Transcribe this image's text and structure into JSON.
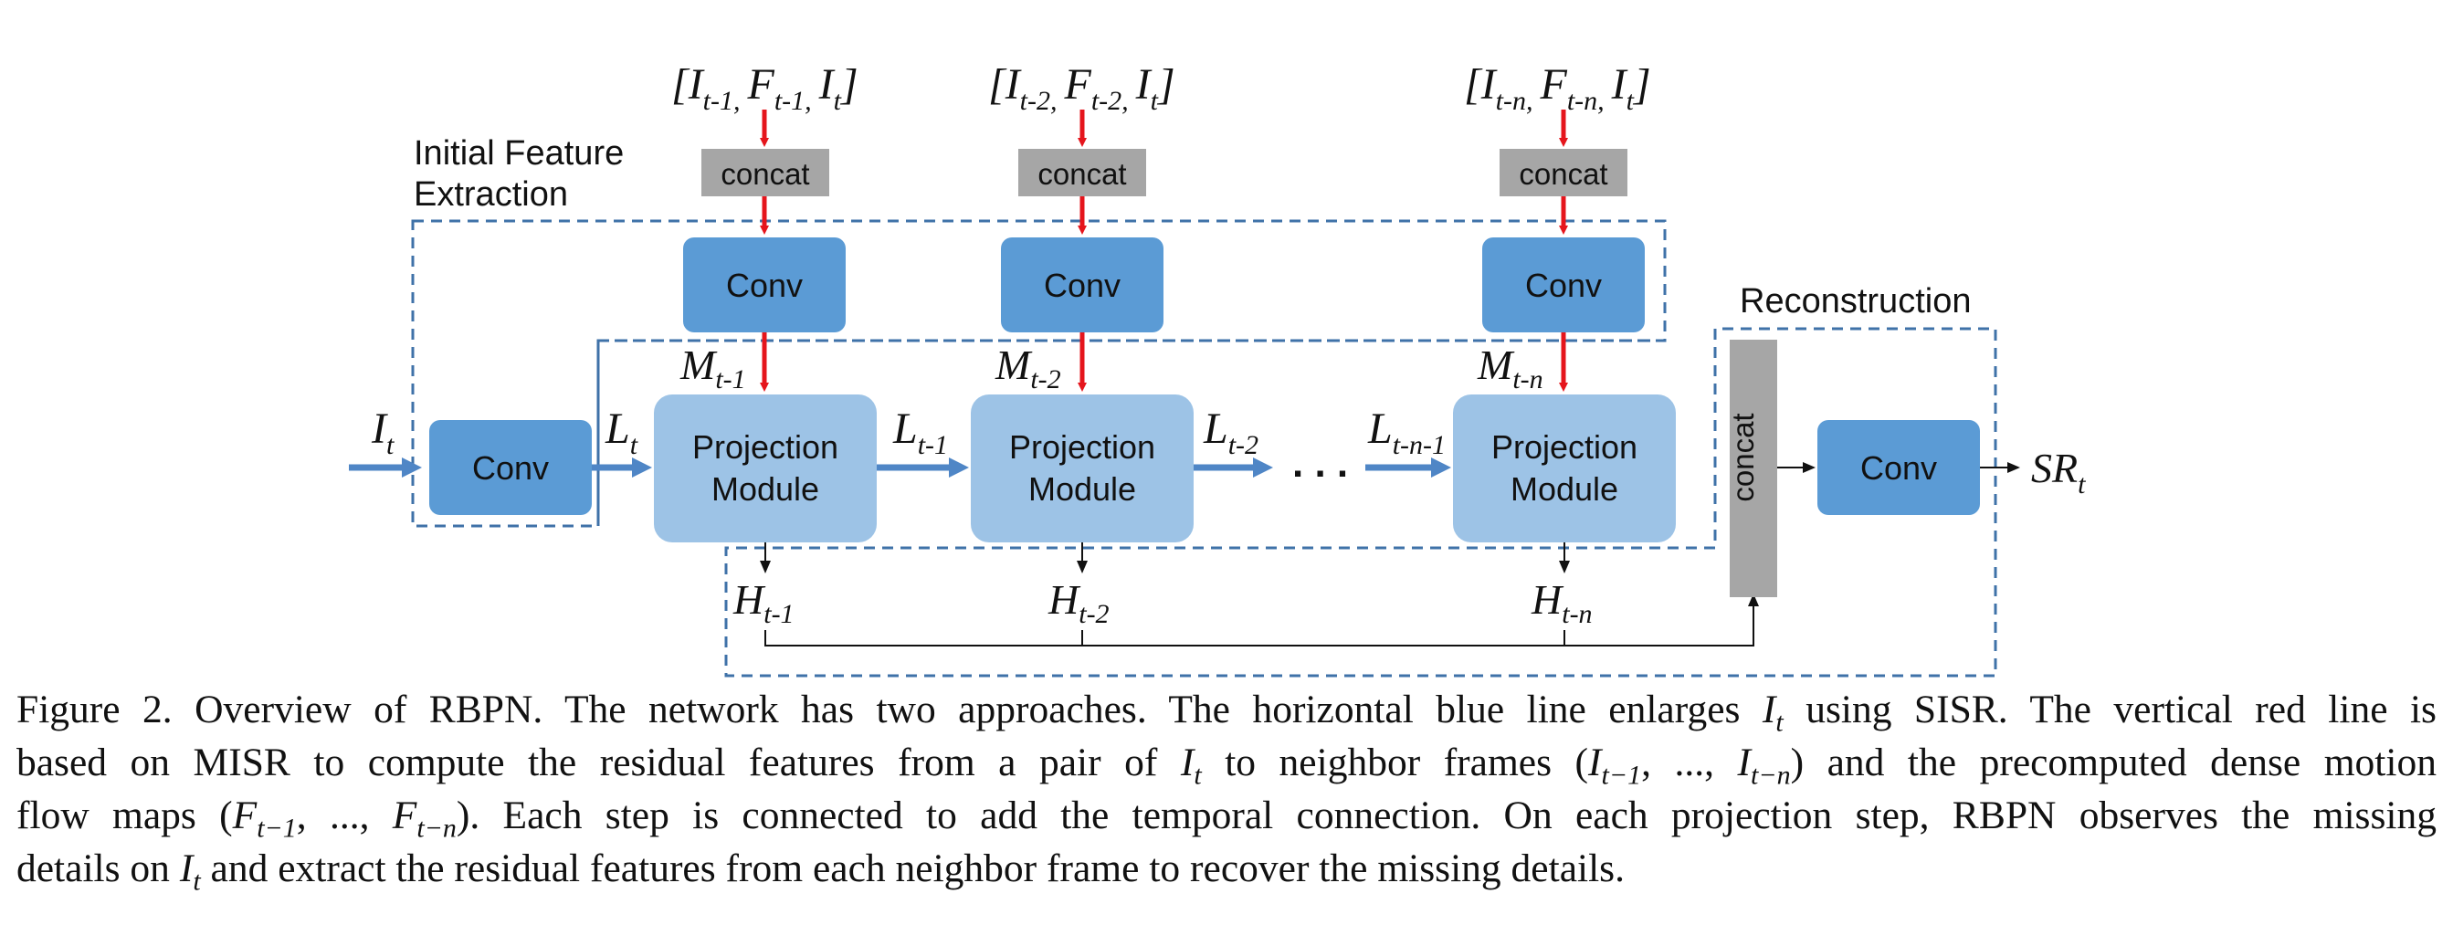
{
  "labels": {
    "initial_feature_extraction_1": "Initial Feature",
    "initial_feature_extraction_2": "Extraction",
    "reconstruction": "Reconstruction",
    "concat": "concat",
    "conv": "Conv",
    "projection_1": "Projection",
    "projection_2": "Module",
    "dots": ". . ."
  },
  "inputs": [
    {
      "open": "[",
      "I": "I",
      "i_sub": "t-1,",
      "F": "F",
      "f_sub": "t-1,",
      "I2": "I",
      "i2_sub": "t",
      "close": "]"
    },
    {
      "open": "[",
      "I": "I",
      "i_sub": "t-2,",
      "F": "F",
      "f_sub": "t-2,",
      "I2": "I",
      "i2_sub": "t",
      "close": "]"
    },
    {
      "open": "[",
      "I": "I",
      "i_sub": "t-n,",
      "F": "F",
      "f_sub": "t-n,",
      "I2": "I",
      "i2_sub": "t",
      "close": "]"
    }
  ],
  "math_labels": {
    "It": {
      "base": "I",
      "sub": "t"
    },
    "Lt": {
      "base": "L",
      "sub": "t"
    },
    "Lt1": {
      "base": "L",
      "sub": "t-1"
    },
    "Lt2": {
      "base": "L",
      "sub": "t-2"
    },
    "Ltn1": {
      "base": "L",
      "sub": "t-n-1"
    },
    "Mt1": {
      "base": "M",
      "sub": "t-1"
    },
    "Mt2": {
      "base": "M",
      "sub": "t-2"
    },
    "Mtn": {
      "base": "M",
      "sub": "t-n"
    },
    "Ht1": {
      "base": "H",
      "sub": "t-1"
    },
    "Ht2": {
      "base": "H",
      "sub": "t-2"
    },
    "Htn": {
      "base": "H",
      "sub": "t-n"
    },
    "SRt": {
      "base": "SR",
      "sub": "t"
    }
  },
  "caption": {
    "line1_a": "Figure 2. Overview of RBPN. The network has two approaches. The horizontal blue line enlarges ",
    "line1_b": " using SISR. The vertical red line is",
    "line2_a": "based on MISR to compute the residual features from a pair of ",
    "line2_b": " to neighbor frames (",
    "line2_c": ", ..., ",
    "line2_d": ") and the precomputed dense motion",
    "line3_a": "flow maps (",
    "line3_b": ", ..., ",
    "line3_c": "). Each step is connected to add the temporal connection. On each projection step, RBPN observes the missing",
    "line4_a": "details on ",
    "line4_b": " and extract the residual features from each neighbor frame to recover the missing details.",
    "I": "I",
    "F": "F",
    "sub_t": "t",
    "sub_t1": "t−1",
    "sub_tn": "t−n"
  },
  "colors": {
    "conv_dark": "#5b9bd5",
    "projection_light": "#9dc3e6",
    "concat_gray": "#a6a6a6",
    "red_arrow": "#e5151c",
    "blue_arrow": "#4f86c6",
    "dashed_border": "#3f72a8"
  }
}
